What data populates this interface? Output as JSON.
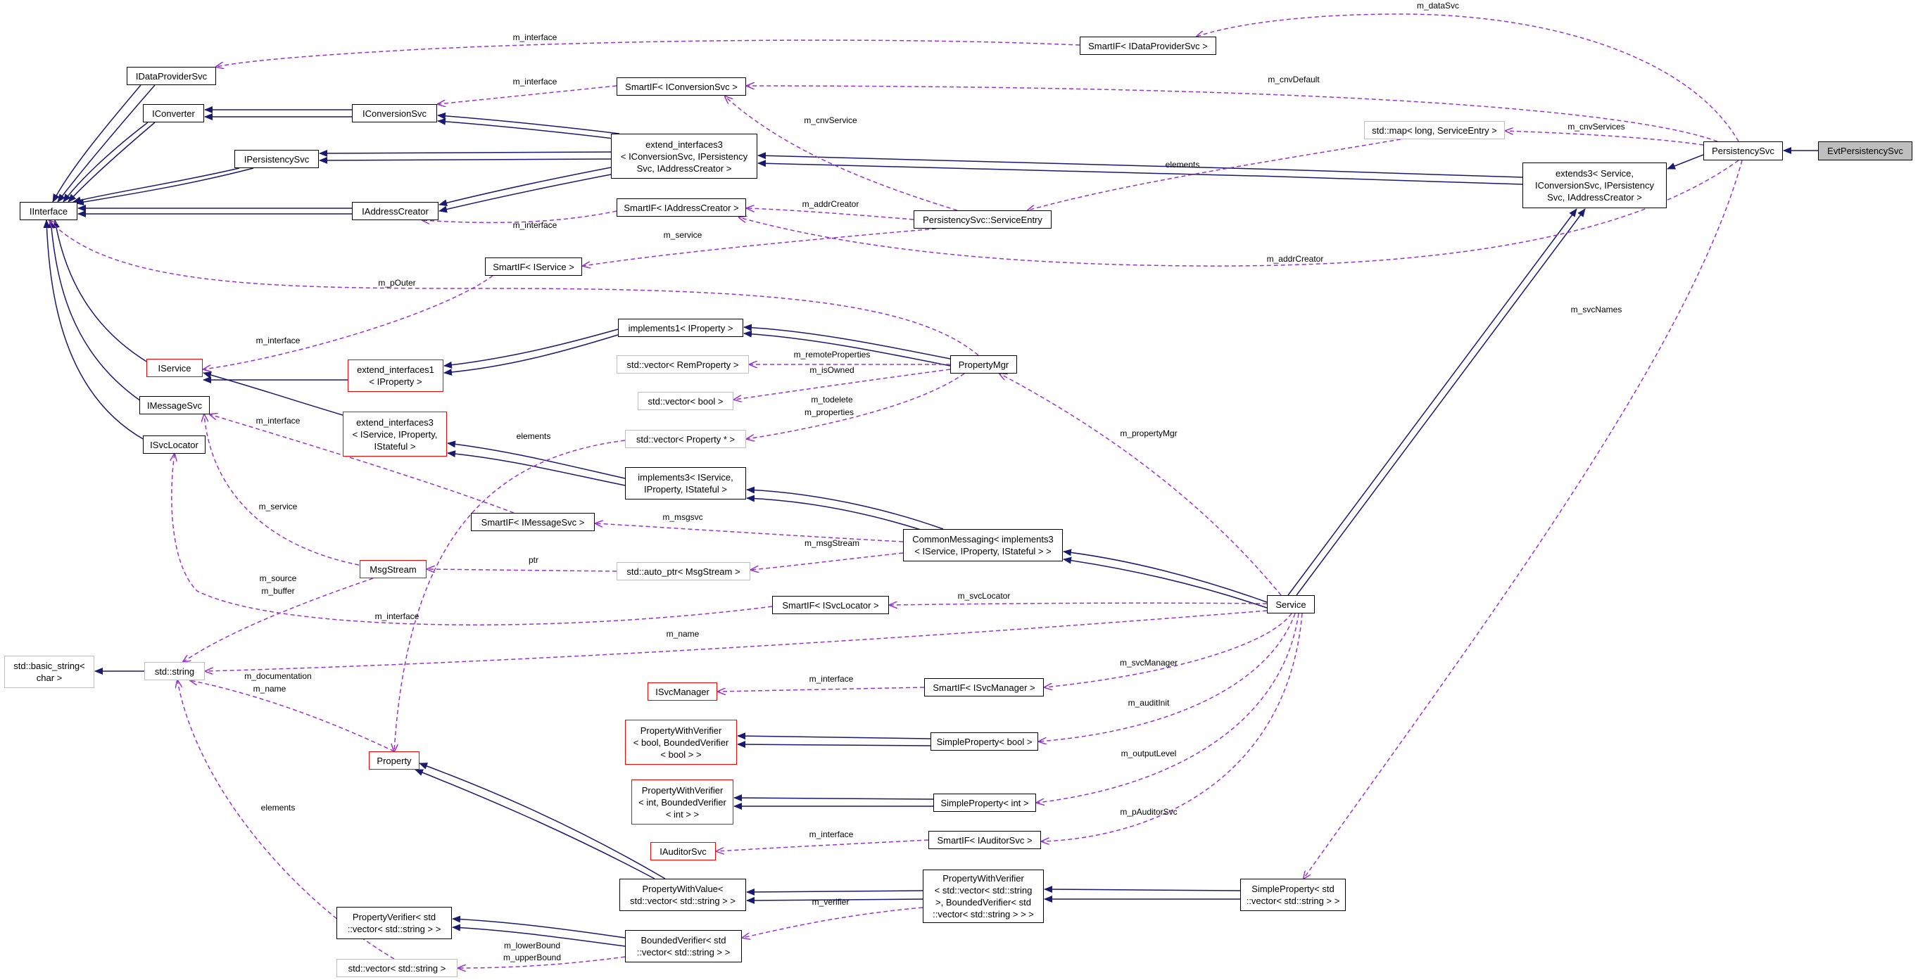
{
  "colors": {
    "inheritance_edge": "#191970",
    "usage_edge": "#9a32cd",
    "box_border": "#000000",
    "undocumented_border": "#ff0000",
    "external_border": "#bfbfbf",
    "selected_fill": "#bfbfbf"
  },
  "nodes": {
    "evt_persistency_svc": "EvtPersistencySvc",
    "persistency_svc": "PersistencySvc",
    "extends3": "extends3< Service,\nIConversionSvc, IPersistency\nSvc, IAddressCreator >",
    "service": "Service",
    "iinterface": "IInterface",
    "idataprovidersvc": "IDataProviderSvc",
    "iconverter": "IConverter",
    "iconversionsvc": "IConversionSvc",
    "ipersistencysvc": "IPersistencySvc",
    "iaddresscreator": "IAddressCreator",
    "iservice": "IService",
    "imessagesvc": "IMessageSvc",
    "isvclocator": "ISvcLocator",
    "smartif_dataprovider": "SmartIF< IDataProviderSvc >",
    "smartif_conversion": "SmartIF< IConversionSvc >",
    "smartif_addresscreator": "SmartIF< IAddressCreator >",
    "smartif_service": "SmartIF< IService >",
    "smartif_messagesvc": "SmartIF< IMessageSvc >",
    "smartif_svclocator": "SmartIF< ISvcLocator >",
    "smartif_svcmanager": "SmartIF< ISvcManager >",
    "smartif_auditorsvc": "SmartIF< IAuditorSvc >",
    "extend_interfaces3_conv": "extend_interfaces3\n< IConversionSvc, IPersistency\nSvc, IAddressCreator >",
    "std_map": "std::map< long, ServiceEntry >",
    "service_entry": "PersistencySvc::ServiceEntry",
    "implements1": "implements1< IProperty >",
    "extend_interfaces1": "extend_interfaces1\n< IProperty >",
    "vector_remprop": "std::vector< RemProperty >",
    "vector_bool": "std::vector< bool >",
    "property_mgr": "PropertyMgr",
    "extend_interfaces3_service": "extend_interfaces3\n< IService, IProperty,\nIStateful >",
    "vector_property_ptr": "std::vector< Property * >",
    "implements3": "implements3< IService,\nIProperty, IStateful >",
    "common_messaging": "CommonMessaging< implements3\n< IService, IProperty, IStateful > >",
    "msgstream": "MsgStream",
    "auto_ptr_msgstream": "std::auto_ptr< MsgStream >",
    "basic_string": "std::basic_string<\nchar >",
    "std_string": "std::string",
    "isvcmanager": "ISvcManager",
    "pwv_bool": "PropertyWithVerifier\n< bool, BoundedVerifier\n< bool > >",
    "simple_property_bool": "SimpleProperty< bool >",
    "pwv_int": "PropertyWithVerifier\n< int, BoundedVerifier\n< int > >",
    "simple_property_int": "SimpleProperty< int >",
    "property": "Property",
    "iauditorsvc": "IAuditorSvc",
    "pwvalue_vector_string": "PropertyWithValue<\nstd::vector< std::string > >",
    "pwv_vector_string": "PropertyWithVerifier\n< std::vector< std::string\n>, BoundedVerifier< std\n::vector< std::string > > >",
    "simple_property_vector_string": "SimpleProperty< std\n::vector< std::string > >",
    "property_verifier": "PropertyVerifier< std\n::vector< std::string > >",
    "bounded_verifier": "BoundedVerifier< std\n::vector< std::string > >",
    "vector_string": "std::vector< std::string >"
  },
  "edge_labels": {
    "m_datasvc": "m_dataSvc",
    "m_interface_top": "m_interface",
    "m_interface_conv": "m_interface",
    "m_cnvdefault": "m_cnvDefault",
    "m_cnvservice": "m_cnvService",
    "m_cnvservices": "m_cnvServices",
    "elements_map": "elements",
    "m_addrcreator_entry": "m_addrCreator",
    "m_interface_addr": "m_interface",
    "m_service_entry": "m_service",
    "m_addrcreator_psvc": "m_addrCreator",
    "m_pouter": "m_pOuter",
    "m_interface_iservice": "m_interface",
    "m_svcnames": "m_svcNames",
    "m_remoteproperties": "m_remoteProperties",
    "m_isowned": "m_isOwned",
    "m_todelete": "m_todelete",
    "m_properties": "m_properties",
    "elements_property": "elements",
    "m_interface_msg": "m_interface",
    "m_propertymgr": "m_propertyMgr",
    "m_service_msg": "m_service",
    "m_msgsvc": "m_msgsvc",
    "ptr": "ptr",
    "m_msgstream": "m_msgStream",
    "m_source": "m_source",
    "m_buffer": "m_buffer",
    "m_interface_locator": "m_interface",
    "m_svclocator": "m_svcLocator",
    "m_name_service": "m_name",
    "m_documentation": "m_documentation",
    "m_name_property": "m_name",
    "m_interface_svcmanager": "m_interface",
    "m_svcmanager": "m_svcManager",
    "m_auditinit": "m_auditInit",
    "m_outputlevel": "m_outputLevel",
    "elements_string": "elements",
    "m_interface_auditor": "m_interface",
    "m_pauditorsvc": "m_pAuditorSvc",
    "m_verifier": "m_verifier",
    "m_lowerbound": "m_lowerBound",
    "m_upperbound": "m_upperBound"
  }
}
